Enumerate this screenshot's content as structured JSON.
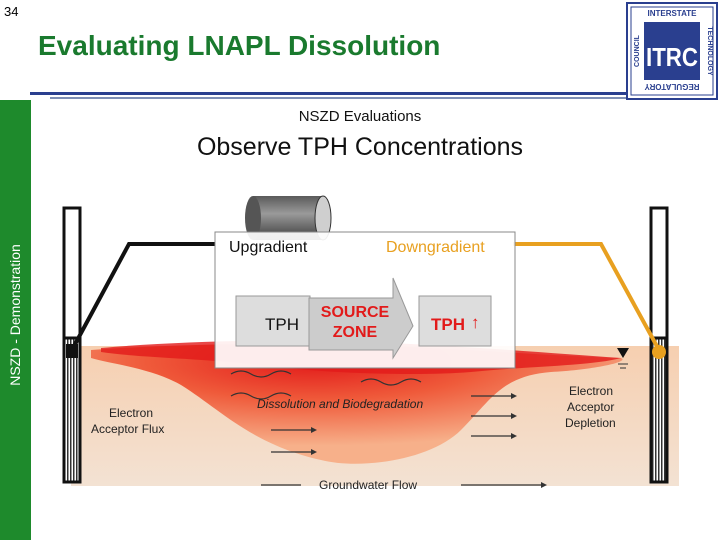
{
  "slide": {
    "number": "34"
  },
  "header": {
    "title": "Evaluating LNAPL Dissolution"
  },
  "sidebar": {
    "label": "NSZD - Demonstration"
  },
  "content": {
    "section": "NSZD Evaluations",
    "subtitle": "Observe TPH Concentrations"
  },
  "logo": {
    "wordmark": "ITRC",
    "ring_top": "INTERSTATE",
    "ring_left": "COUNCIL",
    "ring_right": "TECHNOLOGY",
    "ring_bottom": "REGULATORY"
  },
  "diagram": {
    "upgradient": "Upgradient",
    "downgradient": "Downgradient",
    "tph_left": "TPH",
    "source_line1": "SOURCE",
    "source_line2": "ZONE",
    "tph_right": "TPH",
    "trend_arrow": "↑",
    "electron_acceptor_flux_1": "Electron",
    "electron_acceptor_flux_2": "Acceptor Flux",
    "dissolution": "Dissolution and Biodegradation",
    "depletion_1": "Electron",
    "depletion_2": "Acceptor",
    "depletion_3": "Depletion",
    "groundwater_flow": "Groundwater Flow"
  },
  "colors": {
    "title": "#1a7a2e",
    "sidebar": "#1e8a2c",
    "downgradient": "#e8a020",
    "plume": "#e02020",
    "logo": "#2a3f8f"
  }
}
